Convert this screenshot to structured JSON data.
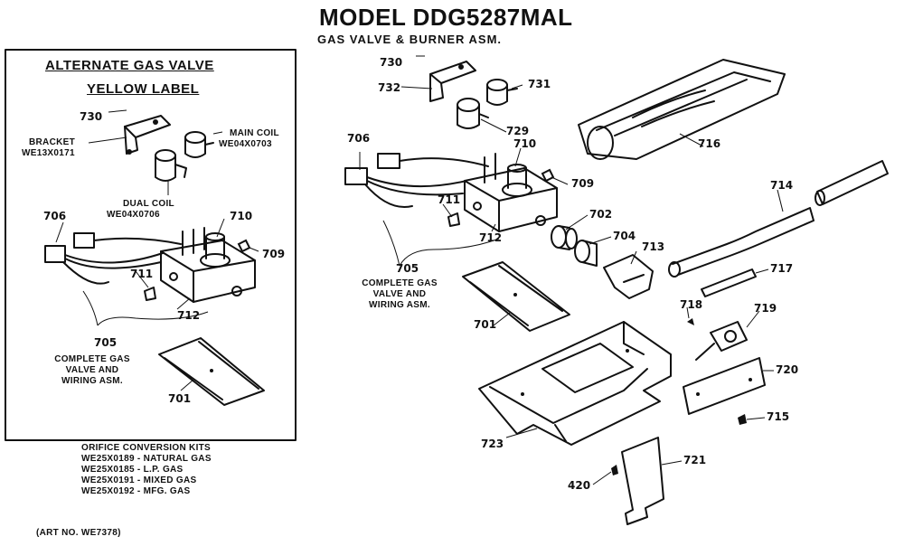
{
  "header": {
    "title": "MODEL DDG5287MAL",
    "subtitle": "GAS VALVE & BURNER ASM."
  },
  "inset": {
    "heading1": "ALTERNATE GAS VALVE",
    "heading2": "YELLOW LABEL",
    "bracket_label": "BRACKET",
    "bracket_part": "WE13X0171",
    "main_coil_label": "MAIN COIL",
    "main_coil_part": "WE04X0703",
    "dual_coil_label": "DUAL COIL",
    "dual_coil_part": "WE04X0706",
    "callouts": {
      "c730": "730",
      "c706": "706",
      "c710": "710",
      "c709": "709",
      "c711": "711",
      "c712": "712",
      "c705": "705",
      "c701": "701"
    },
    "caption": [
      "COMPLETE GAS",
      "VALVE AND",
      "WIRING ASM."
    ]
  },
  "main": {
    "callouts": {
      "c730": "730",
      "c732": "732",
      "c731": "731",
      "c729": "729",
      "c706": "706",
      "c710": "710",
      "c709": "709",
      "c711": "711",
      "c712": "712",
      "c702": "702",
      "c704": "704",
      "c713": "713",
      "c705": "705",
      "c701": "701",
      "c716": "716",
      "c714": "714",
      "c717": "717",
      "c718": "718",
      "c719": "719",
      "c720": "720",
      "c715": "715",
      "c723": "723",
      "c721": "721",
      "c420": "420"
    },
    "caption": [
      "COMPLETE GAS",
      "VALVE AND",
      "WIRING ASM."
    ]
  },
  "conversion_kits": {
    "heading": "ORIFICE CONVERSION KITS",
    "items": [
      "WE25X0189 - NATURAL GAS",
      "WE25X0185 - L.P. GAS",
      "WE25X0191 - MIXED GAS",
      "WE25X0192 - MFG. GAS"
    ]
  },
  "art_number": "(ART NO. WE7378)"
}
